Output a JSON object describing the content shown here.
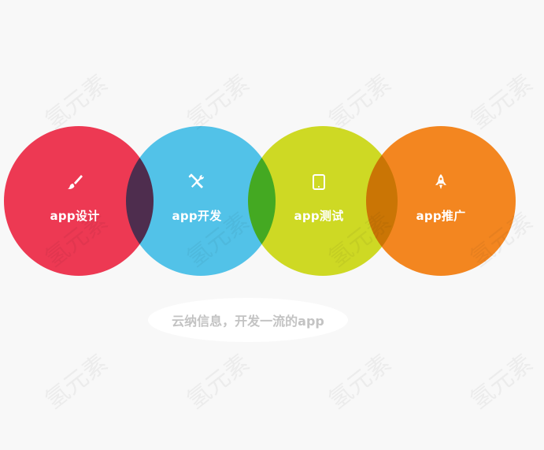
{
  "watermark": {
    "text": "氢元素"
  },
  "circles": [
    {
      "label": "app设计",
      "icon": "paintbrush-icon",
      "color": "#f43a55"
    },
    {
      "label": "app开发",
      "icon": "tools-icon",
      "color": "#54c8ef"
    },
    {
      "label": "app测试",
      "icon": "tablet-icon",
      "color": "#d4df25"
    },
    {
      "label": "app推广",
      "icon": "rocket-icon",
      "color": "#fa8a21"
    }
  ],
  "tagline": "云纳信息，开发一流的app"
}
